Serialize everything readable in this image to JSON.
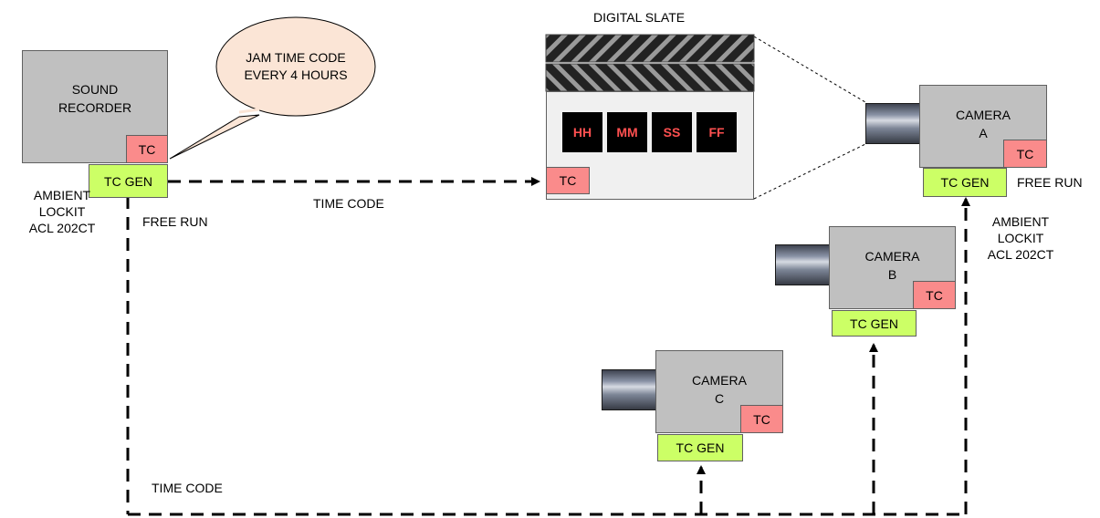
{
  "sound_recorder": {
    "label": "SOUND\nRECORDER",
    "tc": "TC",
    "tc_gen": "TC GEN",
    "device": "AMBIENT\nLOCKIT\nACL 202CT",
    "mode": "FREE RUN"
  },
  "callout": {
    "text": "JAM TIME CODE\nEVERY 4 HOURS"
  },
  "slate": {
    "title": "DIGITAL SLATE",
    "digits": [
      "HH",
      "MM",
      "SS",
      "FF"
    ],
    "tc": "TC"
  },
  "camera_a": {
    "label": "CAMERA\nA",
    "tc": "TC",
    "tc_gen": "TC GEN",
    "mode": "FREE RUN",
    "device": "AMBIENT\nLOCKIT\nACL 202CT"
  },
  "camera_b": {
    "label": "CAMERA\nB",
    "tc": "TC",
    "tc_gen": "TC GEN"
  },
  "camera_c": {
    "label": "CAMERA\nC",
    "tc": "TC",
    "tc_gen": "TC GEN"
  },
  "links": {
    "top_label": "TIME CODE",
    "bottom_label": "TIME CODE"
  },
  "colors": {
    "tc": "#fa8b8b",
    "tc_gen": "#ccff66",
    "device_body": "#c0c0c0",
    "callout": "#fbe5d6",
    "digit_text": "#ff5050"
  }
}
